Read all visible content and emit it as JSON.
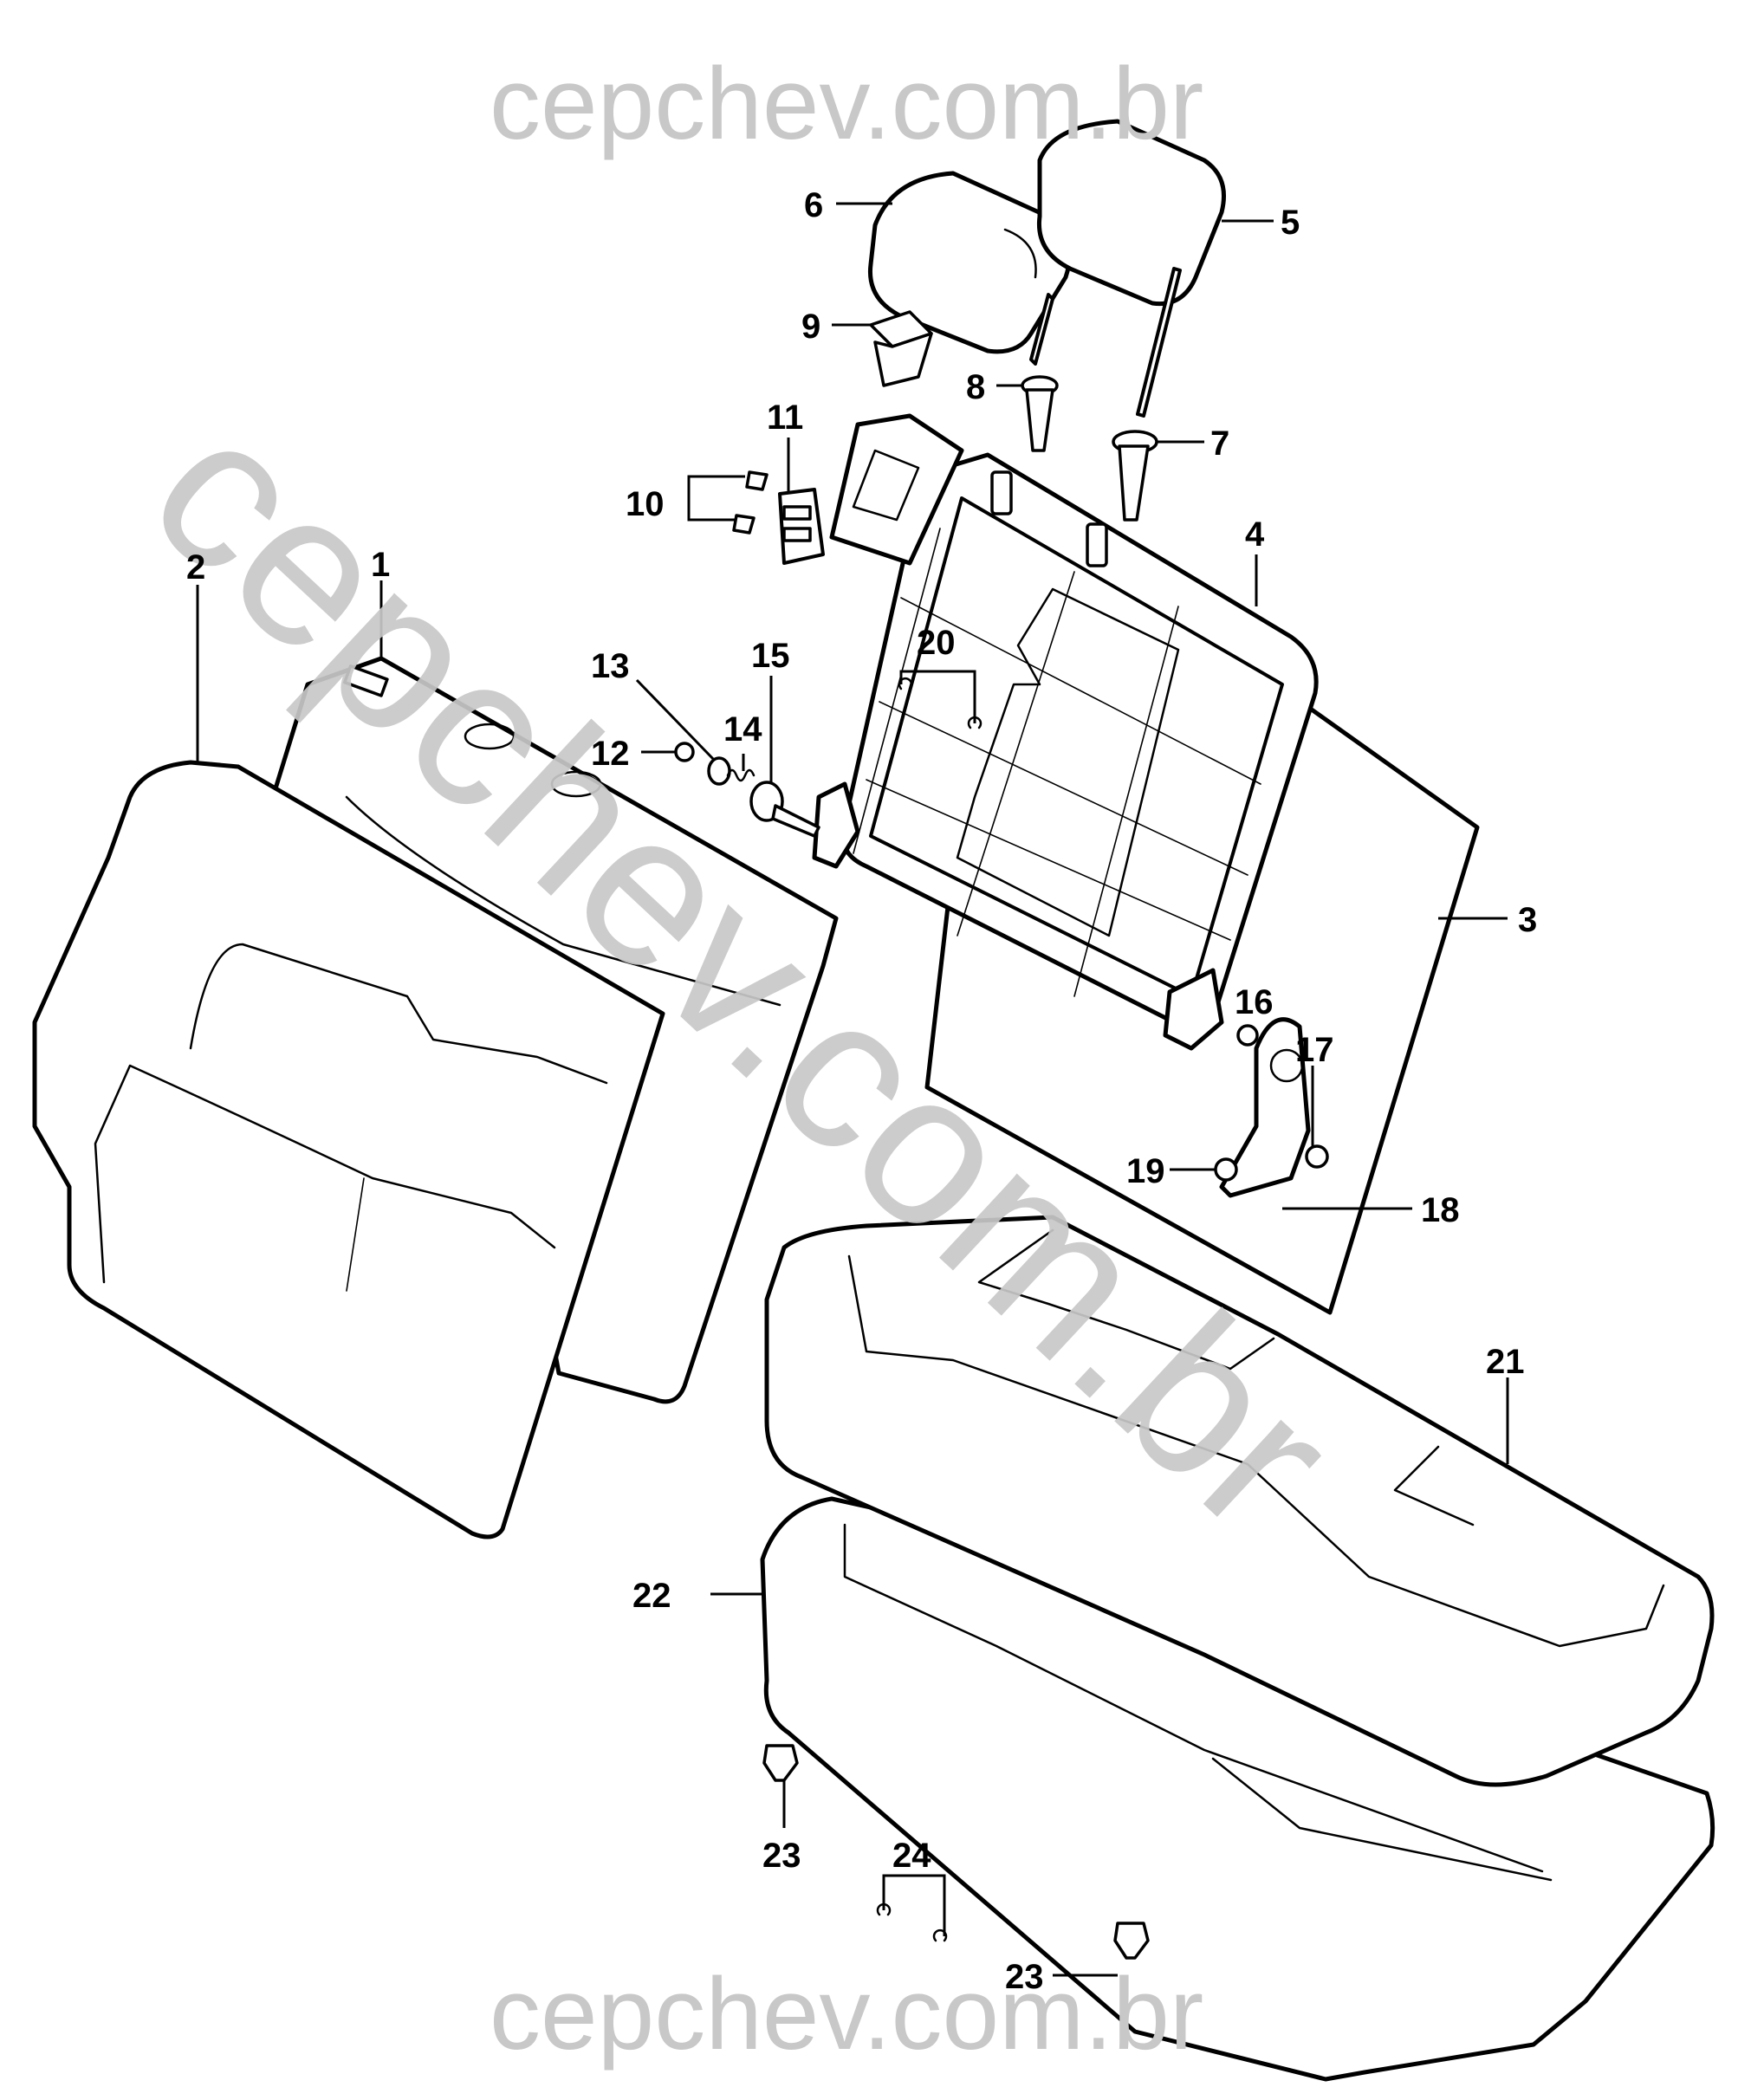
{
  "watermark": {
    "top": "cepchev.com.br",
    "diagonal": "cepchev.com.br",
    "bottom": "cepchev.com.br"
  },
  "callouts": [
    {
      "id": "c1",
      "label": "1"
    },
    {
      "id": "c2",
      "label": "2"
    },
    {
      "id": "c3",
      "label": "3"
    },
    {
      "id": "c4",
      "label": "4"
    },
    {
      "id": "c5",
      "label": "5"
    },
    {
      "id": "c6",
      "label": "6"
    },
    {
      "id": "c7",
      "label": "7"
    },
    {
      "id": "c8",
      "label": "8"
    },
    {
      "id": "c9",
      "label": "9"
    },
    {
      "id": "c10",
      "label": "10"
    },
    {
      "id": "c11",
      "label": "11"
    },
    {
      "id": "c12",
      "label": "12"
    },
    {
      "id": "c13",
      "label": "13"
    },
    {
      "id": "c14",
      "label": "14"
    },
    {
      "id": "c15",
      "label": "15"
    },
    {
      "id": "c16",
      "label": "16"
    },
    {
      "id": "c17",
      "label": "17"
    },
    {
      "id": "c18",
      "label": "18"
    },
    {
      "id": "c19",
      "label": "19"
    },
    {
      "id": "c20",
      "label": "20"
    },
    {
      "id": "c21",
      "label": "21"
    },
    {
      "id": "c22",
      "label": "22"
    },
    {
      "id": "c23a",
      "label": "23"
    },
    {
      "id": "c23b",
      "label": "23"
    },
    {
      "id": "c24",
      "label": "24"
    }
  ]
}
